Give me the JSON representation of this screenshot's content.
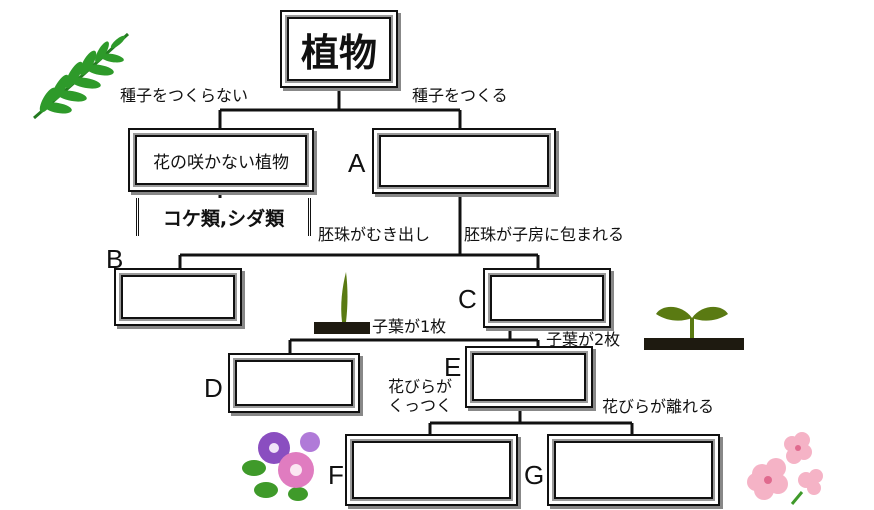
{
  "root": "植物",
  "branches": {
    "no_seed": "種子をつくらない",
    "seed": "種子をつくる",
    "ovule_exposed": "胚珠がむき出し",
    "ovule_in_ovary": "胚珠が子房に包まれる",
    "one_cotyledon": "子葉が1枚",
    "two_cotyledons": "子葉が2枚",
    "petals_joined_1": "花びらが",
    "petals_joined_2": "くっつく",
    "petals_separate": "花びらが離れる"
  },
  "boxes": {
    "non_flowering": "花の咲かない植物",
    "moss_fern": "コケ類,シダ類"
  },
  "letters": {
    "A": "A",
    "B": "B",
    "C": "C",
    "D": "D",
    "E": "E",
    "F": "F",
    "G": "G"
  },
  "colors": {
    "fern": "#2e9a2a",
    "seedling": "#5a7a12",
    "soil": "#1e1a10",
    "morning_glory": "#9a4ec0",
    "cherry": "#f5b3c6"
  }
}
